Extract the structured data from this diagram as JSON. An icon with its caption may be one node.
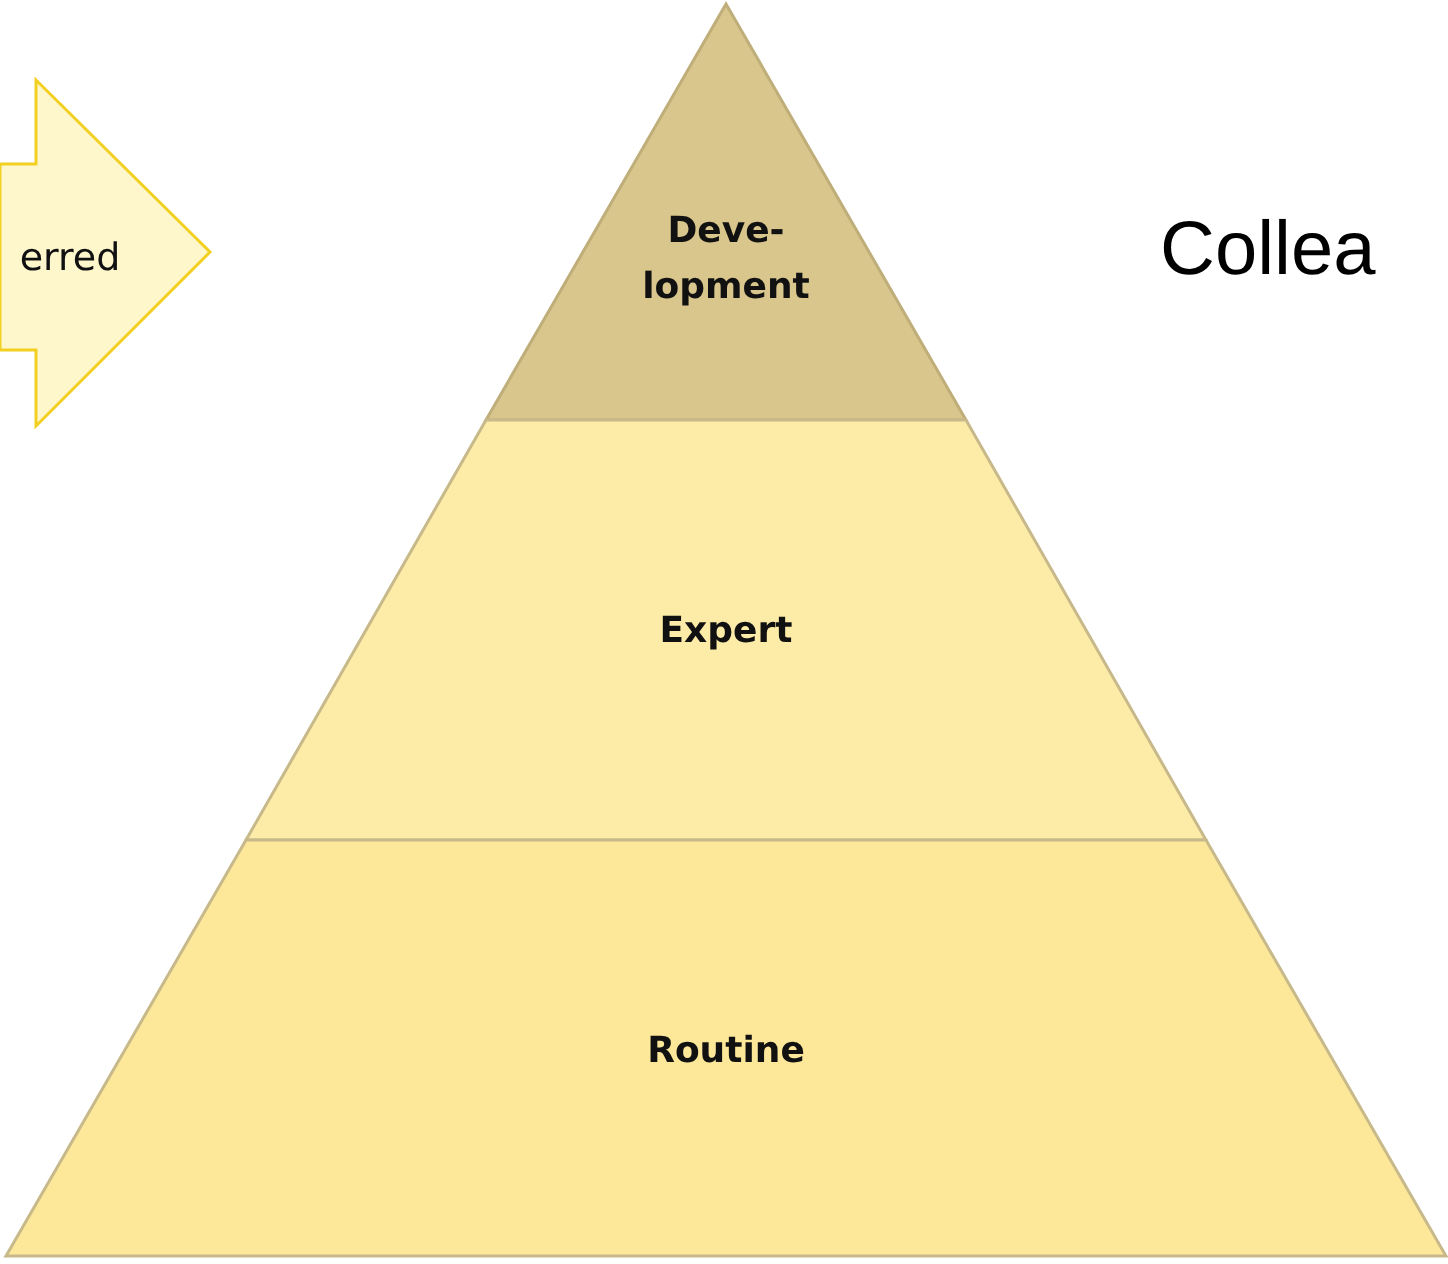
{
  "diagram": {
    "nodes": [
      {
        "text": [
          "erred"
        ]
      },
      {
        "text": [
          "Deve- lopment"
        ]
      },
      {
        "text": [
          "Expert"
        ]
      },
      {
        "text": [
          "Routine"
        ]
      }
    ],
    "labels": [
      "Collea"
    ]
  }
}
